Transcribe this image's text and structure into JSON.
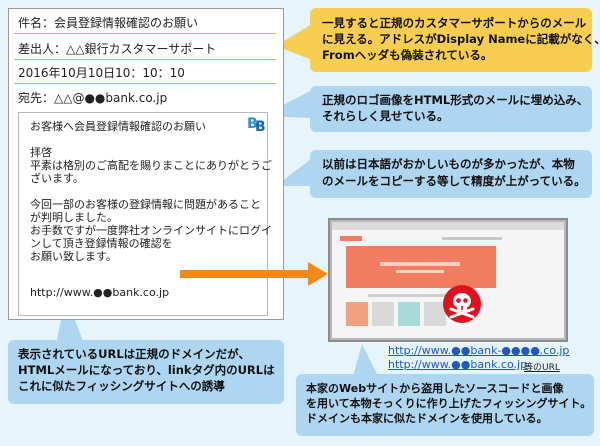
{
  "email": {
    "subject": "件名：会員登録情報確認のお願い",
    "sender": "差出人：△△銀行カスタマーサポート",
    "date": "2016年10月10日10：10：10",
    "to": "宛先：△△@●●bank.co.jp",
    "body_lines": [
      "お客様へ会員登録情報確認のお願い",
      "",
      "拝啓",
      "平素は格別のご高配を賜りまことにありがとうご",
      "ざいます。",
      "",
      "今回一部のお客様の登録情報に問題があること",
      "が判明しました。",
      "お手数ですが一度弊社オンラインサイトにログイ",
      "ンして頂き登録情報の確認を",
      "お願い致します。",
      "",
      "http://www.●●bank.co.jp"
    ]
  },
  "callouts": {
    "sender_spoof": [
      "一見すると正規のカスタマーサポートからのメール",
      "に見える。アドレスがDisplay Nameに記載がなく、",
      "Fromヘッダも偽装されている。"
    ],
    "logo_html": [
      "正規のロゴ画像をHTML形式のメールに埋め込み、",
      "それらしく見せている。"
    ],
    "accuracy": [
      "以前は日本語がおかしいものが多かったが、本物",
      "のメールをコピーする等して精度が上がっている。"
    ],
    "link_url": [
      "表示されているURLは正規のドメインだが、",
      "HTMLメールになっており、linkタグ内のURLは",
      "これに似たフィッシングサイトへの誘導"
    ],
    "fake_site": [
      "本家のWebサイトから盗用したソースコードと画像",
      "を用いて本物そっくりに作り上げたフィッシングサイト。",
      "ドメインも本家に似たドメインを使用している。"
    ]
  },
  "urls": {
    "fake": "http://www.●●bank-●●●●.co.jp",
    "real": "http://www.●●bank.co.jp",
    "real_note": "等のURL"
  },
  "colors": {
    "background": "#e6f4fb",
    "blue_callout": "#aed6f1",
    "yellow_callout": "#f7ce4f",
    "arrow": "#f08a1c",
    "header_line": "#e3b142",
    "skull_badge": "#e0101e",
    "site_banner": "#f07d60",
    "link": "#1f57c7"
  },
  "icons": {
    "logo": "bank-logo-icon",
    "danger": "skull-crossbones-icon"
  }
}
